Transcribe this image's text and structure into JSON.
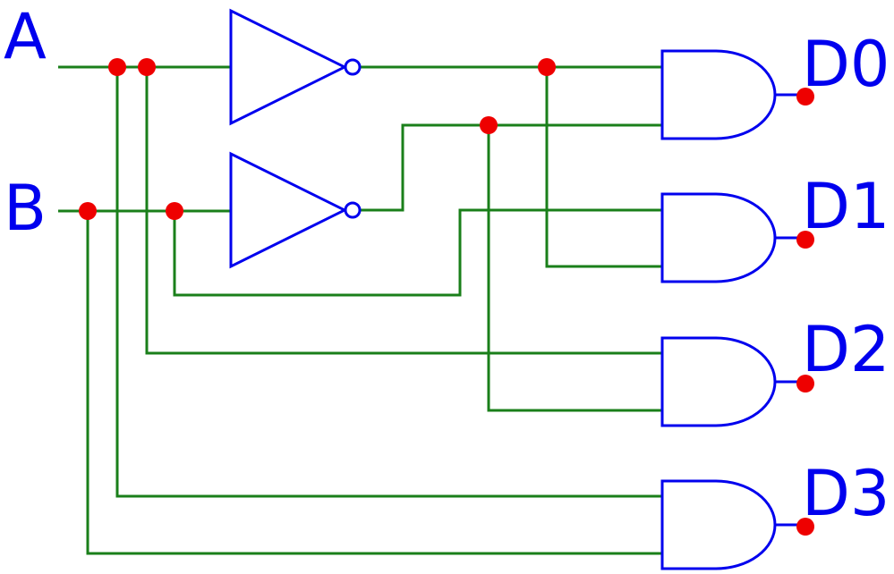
{
  "colors": {
    "wire": "#1a7f1a",
    "gate": "#0000ee",
    "junction": "#ee0000",
    "label": "#0000ee"
  },
  "inputs": [
    "A",
    "B"
  ],
  "outputs": [
    "D0",
    "D1",
    "D2",
    "D3"
  ]
}
